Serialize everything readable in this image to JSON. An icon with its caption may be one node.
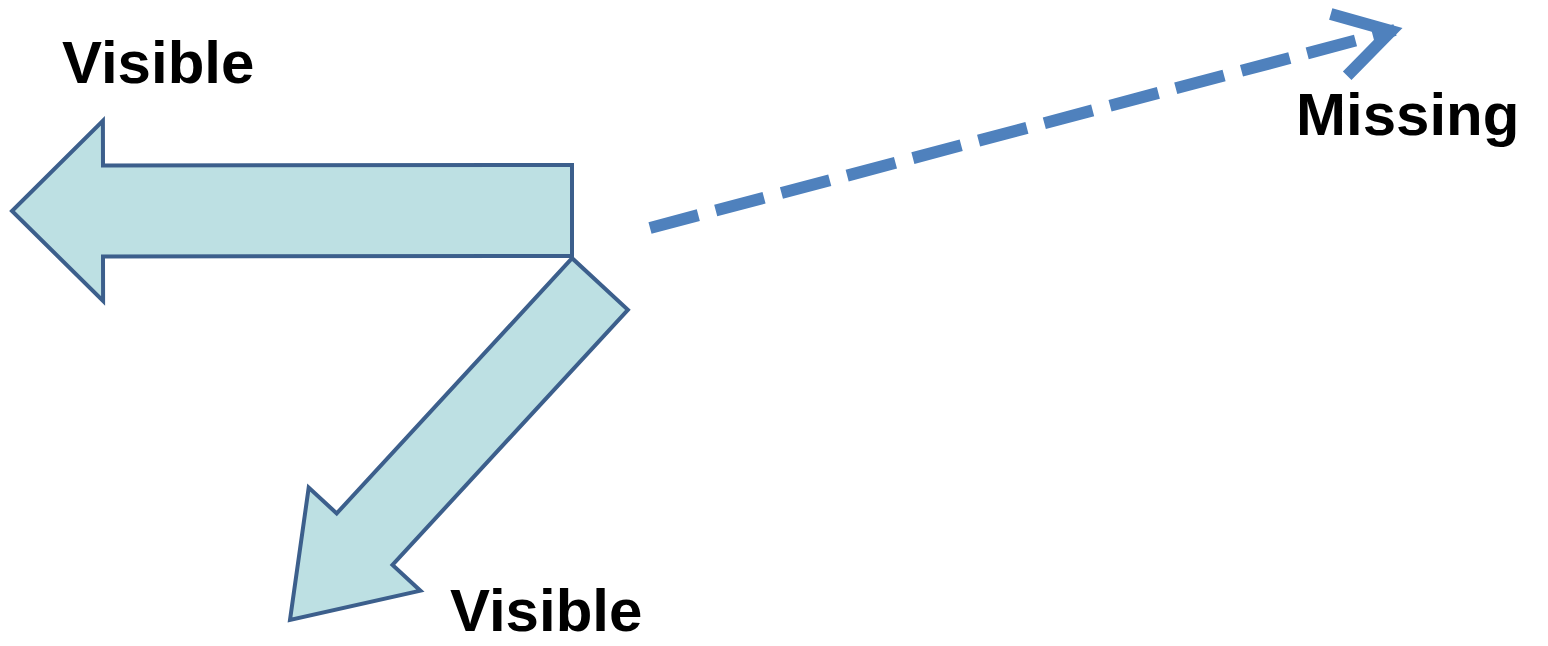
{
  "diagram": {
    "nodes": [
      {
        "text": [
          "Visible"
        ]
      },
      {
        "text": [
          "Missing"
        ]
      },
      {
        "text": [
          "Visible"
        ]
      }
    ],
    "edges": [
      {
        "from": null,
        "to": 1,
        "arrow": "to",
        "style": "dashed",
        "color": "#4f81bd"
      }
    ]
  }
}
